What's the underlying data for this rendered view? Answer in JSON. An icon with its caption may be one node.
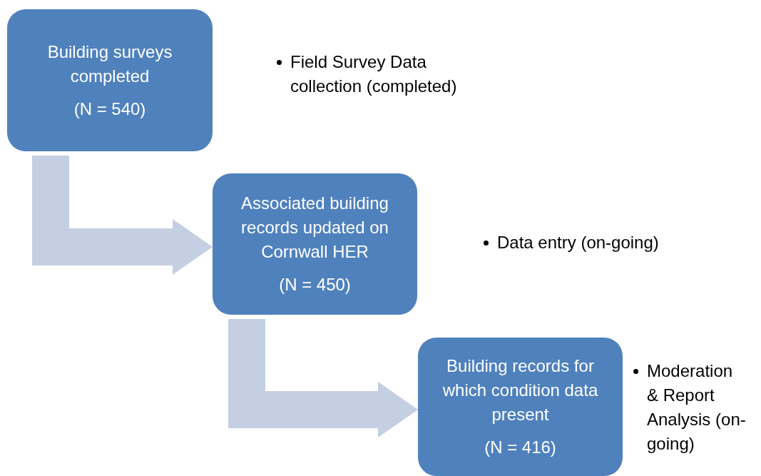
{
  "diagram": {
    "nodes": [
      {
        "text": [
          "Building surveys completed",
          "(N = 540)"
        ]
      },
      {
        "text": [
          "Associated building records updated on Cornwall HER",
          "(N = 450)"
        ]
      },
      {
        "text": [
          "Building records for which condition data present",
          "(N = 416)"
        ]
      }
    ],
    "edges": [
      {
        "from": 0,
        "to": 1,
        "arrow": "to"
      },
      {
        "from": 1,
        "to": 2,
        "arrow": "to"
      }
    ],
    "labels": [
      "Field Survey Data collection (completed)",
      "Data entry (on-going)",
      "Moderation & Report Analysis (on-going)"
    ]
  }
}
